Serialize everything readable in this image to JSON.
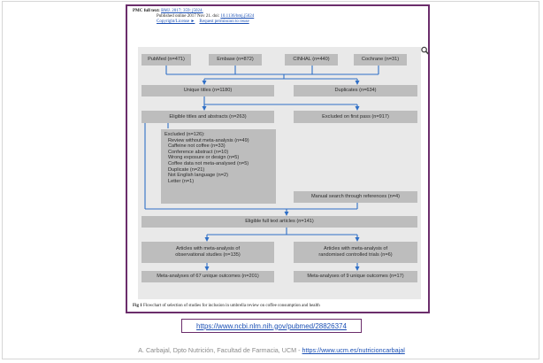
{
  "article_header": {
    "label": "PMC full text:",
    "journal_link": "BMJ. 2017; 359: j5024.",
    "published": "Published online 2017 Nov 21. doi:",
    "doi_link": "10.1136/bmj.j5024",
    "copyright_link": "Copyright/License ►",
    "permission_link": "Request permission to reuse"
  },
  "flowchart": {
    "sources": [
      "PubMed (n=471)",
      "Embase (n=872)",
      "CINHAL (n=440)",
      "Cochrane (n=31)"
    ],
    "unique_titles": "Unique titles (n=1180)",
    "duplicates": "Duplicates (n=634)",
    "eligible_titles": "Eligible titles and abstracts (n=263)",
    "excluded_first_pass": "Excluded on first pass (n=917)",
    "excluded_title": "Excluded (n=126):",
    "excluded_items": [
      "Review without meta-analysis (n=49)",
      "Caffeine not coffee (n=33)",
      "Conference abstract (n=10)",
      "Wrong exposure or design (n=5)",
      "Coffee data not meta-analysed (n=5)",
      "Duplicate (n=21)",
      "Not English language (n=2)",
      "Letter (n=1)"
    ],
    "manual_search": "Manual search through references (n=4)",
    "eligible_full_text": "Eligible full text articles (n=141)",
    "observational_line1": "Articles with meta-analysis of",
    "observational_line2": "observational studies (n=135)",
    "rct_line1": "Articles with meta-analysis of",
    "rct_line2": "randomised controlled trials (n=6)",
    "meta_67": "Meta-analyses of 67 unique outcomes (n=201)",
    "meta_9": "Meta-analyses of 9 unique outcomes (n=17)"
  },
  "caption": {
    "label": "Fig 1",
    "text": "Flowchart of selection of studies for inclusion in umbrella review on coffee consumption and health"
  },
  "source_url": "https://www.ncbi.nlm.nih.gov/pubmed/28826374",
  "footer": {
    "text": "A. Carbajal, Dpto Nutrición, Facultad de Farmacia, UCM - ",
    "link": "https://www.ucm.es/nutricioncarbajal"
  },
  "colors": {
    "arrow": "#2f6fc6",
    "box": "#bdbdbd",
    "background": "#e9e9e9",
    "border_accent": "#6b2d6b"
  }
}
